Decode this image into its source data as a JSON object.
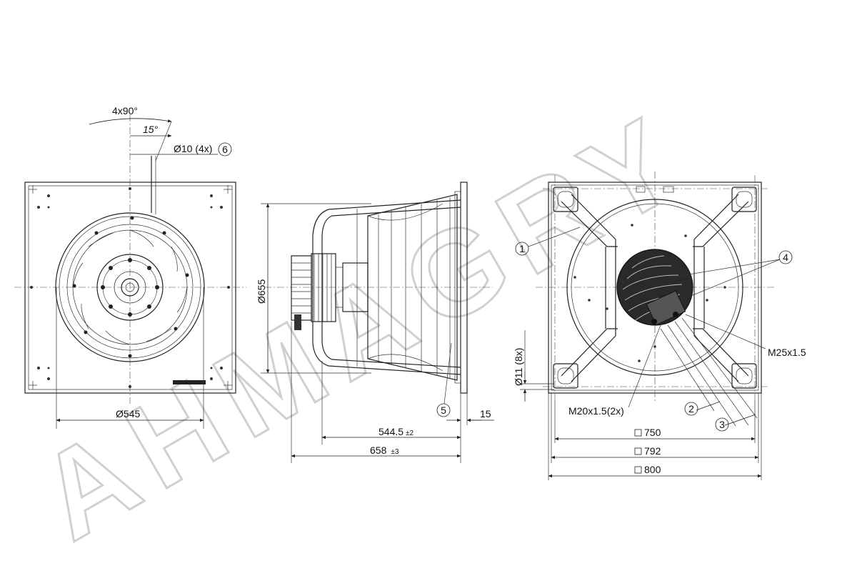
{
  "front_view": {
    "angle_total": "4x90°",
    "angle_offset": "15°",
    "hole_label": "Ø10 (4x)",
    "hole_callout": "6",
    "diameter": "Ø545"
  },
  "side_view": {
    "diameter": "Ø655",
    "callout": "5",
    "length_inner": "544.5",
    "length_inner_tol": "±2",
    "length_total": "658",
    "length_total_tol": "±3",
    "flange": "15"
  },
  "rear_view": {
    "callout_1": "1",
    "callout_2": "2",
    "callout_3": "3",
    "callout_4": "4",
    "thread_large": "M25x1.5",
    "thread_small": "M20x1.5(2x)",
    "holes": "Ø11 (8x)",
    "size_inner": "750",
    "size_mid": "792",
    "size_outer": "800"
  },
  "watermark": {
    "text": "AHMAGRY"
  }
}
